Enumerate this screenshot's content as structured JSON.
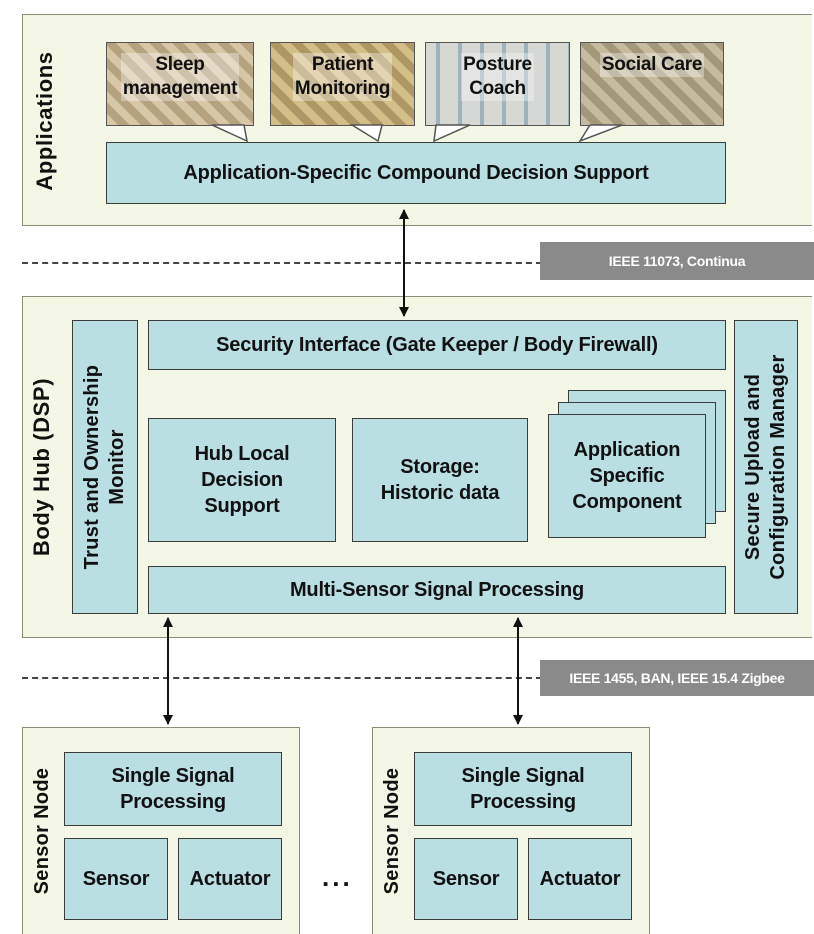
{
  "applications": {
    "label": "Applications",
    "apps": [
      {
        "name": "Sleep\nmanagement",
        "color": "#c9b99a"
      },
      {
        "name": "Patient\nMonitoring",
        "color": "#c8b27e"
      },
      {
        "name": "Posture\nCoach",
        "color": "#bfc4c2"
      },
      {
        "name": "Social Care",
        "color": "#b8ad8e"
      }
    ],
    "decision_support": "Application-Specific Compound Decision Support"
  },
  "protocol_top": "IEEE 11073, Continua",
  "body_hub": {
    "label": "Body Hub (DSP)",
    "trust_monitor": "Trust and Ownership\nMonitor",
    "security_interface": "Security Interface (Gate Keeper / Body Firewall)",
    "local_decision": "Hub Local\nDecision\nSupport",
    "storage": "Storage:\nHistoric data",
    "app_component": "Application\nSpecific\nComponent",
    "multi_sensor": "Multi-Sensor Signal Processing",
    "secure_upload": "Secure Upload and\nConfiguration Manager"
  },
  "protocol_bottom": "IEEE 1455, BAN, IEEE 15.4 Zigbee",
  "sensor_nodes": [
    {
      "label": "Sensor Node",
      "processing": "Single Signal\nProcessing",
      "sensor": "Sensor",
      "actuator": "Actuator"
    },
    {
      "label": "Sensor Node",
      "processing": "Single Signal\nProcessing",
      "sensor": "Sensor",
      "actuator": "Actuator"
    }
  ],
  "ellipsis": "..."
}
